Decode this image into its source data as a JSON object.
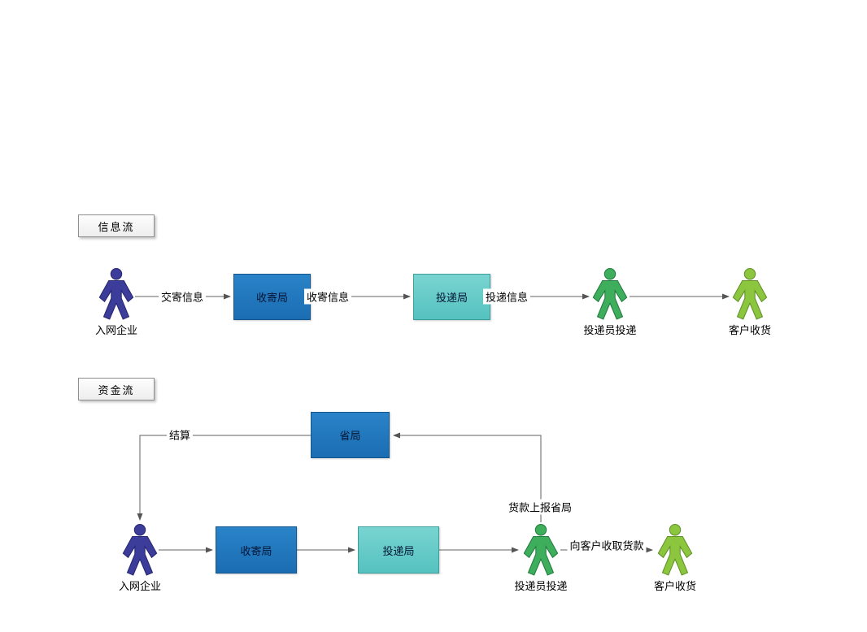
{
  "info_flow": {
    "tag": "信息流",
    "nodes": {
      "enterprise": "入网企业",
      "collect_office": "收寄局",
      "delivery_office": "投递局",
      "courier": "投递员投递",
      "customer": "客户收货"
    },
    "edges": {
      "submit_info": "交寄信息",
      "collect_info": "收寄信息",
      "delivery_info": "投递信息"
    }
  },
  "fund_flow": {
    "tag": "资金流",
    "nodes": {
      "provincial_office": "省局",
      "enterprise": "入网企业",
      "collect_office": "收寄局",
      "delivery_office": "投递局",
      "courier": "投递员投递",
      "customer": "客户收货"
    },
    "edges": {
      "settlement": "结算",
      "report_payment": "货款上报省局",
      "collect_payment": "向客户收取货款"
    }
  },
  "colors": {
    "office_box_blue": "#1f74b8",
    "delivery_box_teal": "#5cc7c4",
    "enterprise_figure_indigo": "#3c3c9b",
    "courier_figure_green": "#3fae5c",
    "customer_figure_lime": "#8cc63f",
    "connector_gray": "#606060"
  }
}
